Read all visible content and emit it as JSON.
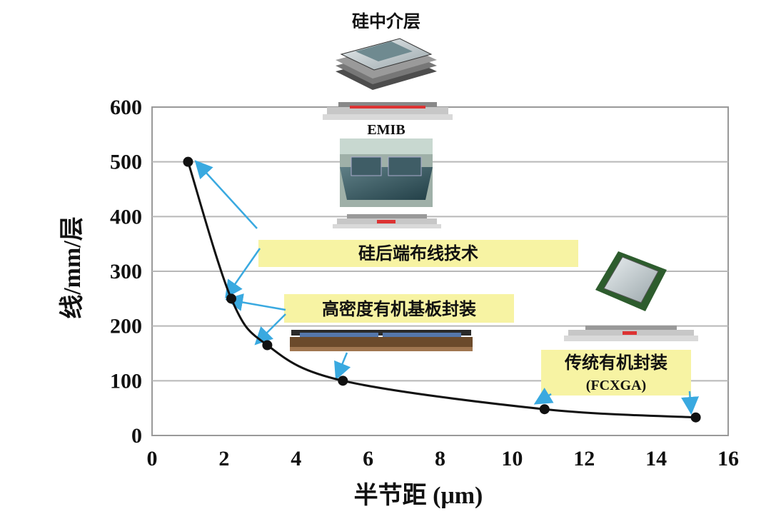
{
  "chart_data": {
    "type": "line",
    "xlabel": "半节距 (μm)",
    "ylabel": "线/mm/层",
    "xlim": [
      0,
      16
    ],
    "ylim": [
      0,
      600
    ],
    "xticks": [
      0,
      2,
      4,
      6,
      8,
      10,
      12,
      14,
      16
    ],
    "yticks": [
      0,
      100,
      200,
      300,
      400,
      500,
      600
    ],
    "grid": "horizontal",
    "series": [
      {
        "x": [
          1,
          2.2,
          3.2,
          5.3,
          10.9,
          15.1
        ],
        "y": [
          500,
          250,
          165,
          100,
          48,
          33
        ]
      }
    ],
    "annotations": [
      {
        "id": "silicon-interposer",
        "text": "硅中介层"
      },
      {
        "id": "emib",
        "text": "EMIB"
      },
      {
        "id": "si-beol",
        "text": "硅后端布线技术"
      },
      {
        "id": "hd-organic",
        "text": "高密度有机基板封装"
      },
      {
        "id": "traditional",
        "text": "传统有机封装",
        "subtext": "(FCXGA)"
      }
    ]
  },
  "colors": {
    "line": "#111111",
    "grid": "#b8b8b8",
    "frame": "#999999",
    "label_box": "#f7f3a3",
    "arrow": "#39a9e0"
  }
}
